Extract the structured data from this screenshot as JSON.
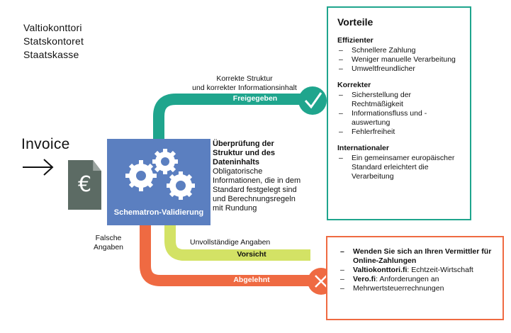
{
  "organization": {
    "line1": "Valtiokonttori",
    "line2": "Statskontoret",
    "line3": "Staatskasse"
  },
  "invoice_label": "Invoice",
  "invoice_symbol": "€",
  "schematron": {
    "label": "Schematron-Validierung"
  },
  "check": {
    "title": "Überprüfung der Struktur und des Dateninhalts",
    "body": "Obligatorische Informationen, die in dem Standard festgelegt sind und Berechnungsregeln mit Rundung"
  },
  "paths": {
    "approved": {
      "caption_line1": "Korrekte Struktur",
      "caption_line2": "und korrekter Informationsinhalt",
      "label": "Freigegeben",
      "color": "#1fa58d"
    },
    "caution": {
      "caption": "Unvollständige Angaben",
      "label": "Vorsicht",
      "color": "#d3e265"
    },
    "rejected": {
      "caption_line1": "Falsche",
      "caption_line2": "Angaben",
      "label": "Abgelehnt",
      "color": "#ef6a42"
    }
  },
  "benefits": {
    "title": "Vorteile",
    "sections": [
      {
        "title": "Effizienter",
        "items": [
          "Schnellere Zahlung",
          "Weniger manuelle Verarbeitung",
          "Umweltfreundlicher"
        ]
      },
      {
        "title": "Korrekter",
        "items": [
          "Sicherstellung der Rechtmäßigkeit",
          "Informationsfluss und -auswertung",
          "Fehlerfreiheit"
        ]
      },
      {
        "title": "Internationaler",
        "items": [
          "Ein gemeinsamer europäischer Standard erleichtert die Verarbeitung"
        ]
      }
    ]
  },
  "actions": {
    "item1": "Wenden Sie sich an Ihren Vermittler für Online-Zahlungen",
    "item2_bold": "Valtiokonttori.fi",
    "item2_rest": ": Echtzeit-Wirtschaft",
    "item3_bold": "Vero.fi",
    "item3_rest": ": Anforderungen an",
    "item4": "Mehrwertsteuerrechnungen"
  }
}
